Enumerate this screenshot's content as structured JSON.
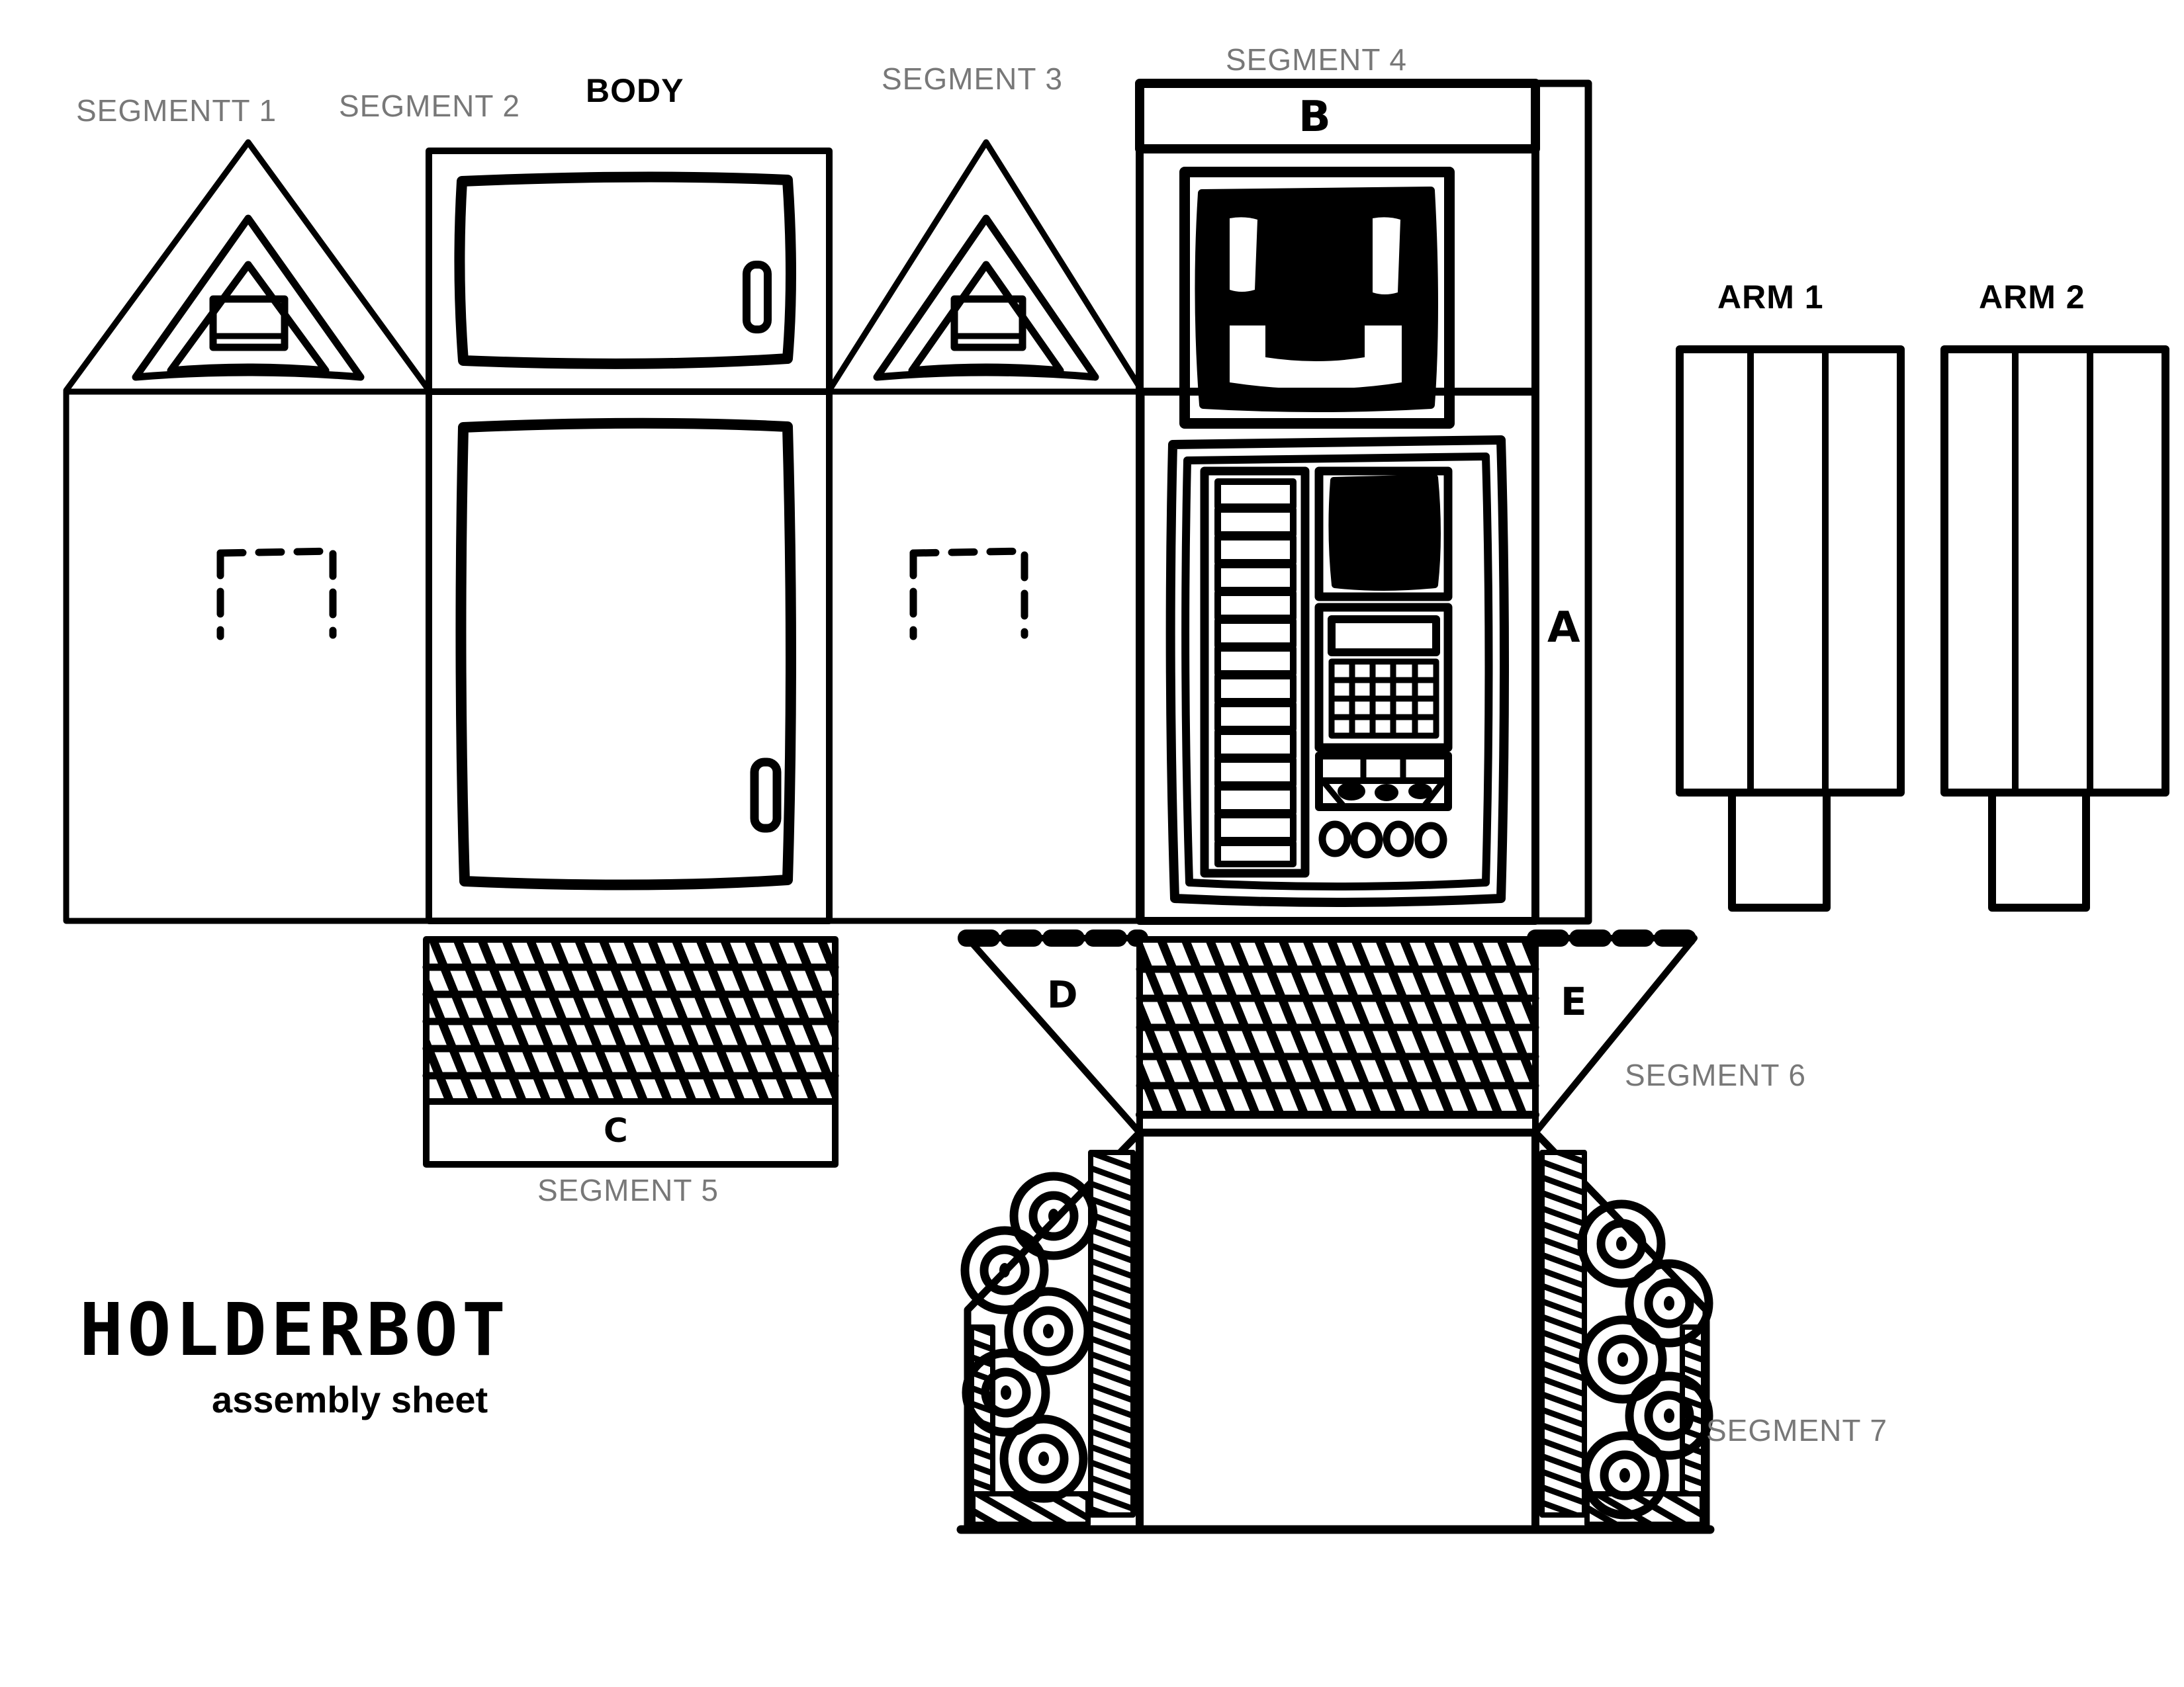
{
  "sheet": {
    "title": "HOLDERBOT",
    "subtitle": "assembly sheet",
    "background_color": "#ffffff",
    "ink_color": "#000000",
    "label_color": "#787878"
  },
  "labels": {
    "segment1": "SEGMENTT 1",
    "segment2": "SEGMENT 2",
    "body": "BODY",
    "segment3": "SEGMENT 3",
    "segment4": "SEGMENT 4",
    "segment5": "SEGMENT 5",
    "segment6": "SEGMENT 6",
    "segment7": "SEGMENT 7",
    "arm1": "ARM 1",
    "arm2": "ARM 2"
  },
  "tab_markers": {
    "a": "A",
    "b": "B",
    "c": "C",
    "d": "D",
    "e": "E"
  },
  "parts": {
    "segment1": {
      "type": "side-panel-with-triangle-roof",
      "triangle_rings": 3,
      "dashed_mark": true
    },
    "segment2": {
      "type": "side-panel",
      "dashed_mark": false
    },
    "body": {
      "type": "front-panel",
      "door_panels": 2,
      "handles": 2
    },
    "segment3": {
      "type": "side-panel-with-triangle-roof",
      "triangle_rings": 3,
      "dashed_mark": true
    },
    "segment4": {
      "type": "face-and-control-panel",
      "top_tab_label": "B",
      "right_tab_label": "A",
      "face": {
        "eyes": 2,
        "mouth": "smile"
      },
      "control_panel": {
        "vent_slats": 14,
        "screen": "black",
        "display_bar": 1,
        "keypad_rows": 4,
        "keypad_cols": 5,
        "oval_buttons": 3,
        "round_buttons": 4
      }
    },
    "segment5": {
      "type": "hatched-flap",
      "hatch_rows": 6,
      "tab_label": "C"
    },
    "segment6": {
      "type": "hatched-flap-with-trapezoids",
      "hatch_rows": 6,
      "left_tab_label": "D",
      "right_tab_label": "E"
    },
    "segment7": {
      "type": "tracked-base",
      "wheels_per_side": 5
    },
    "arm1": {
      "type": "arm-strip",
      "folds": 3,
      "bottom_tab": true
    },
    "arm2": {
      "type": "arm-strip",
      "folds": 3,
      "bottom_tab": true
    }
  }
}
